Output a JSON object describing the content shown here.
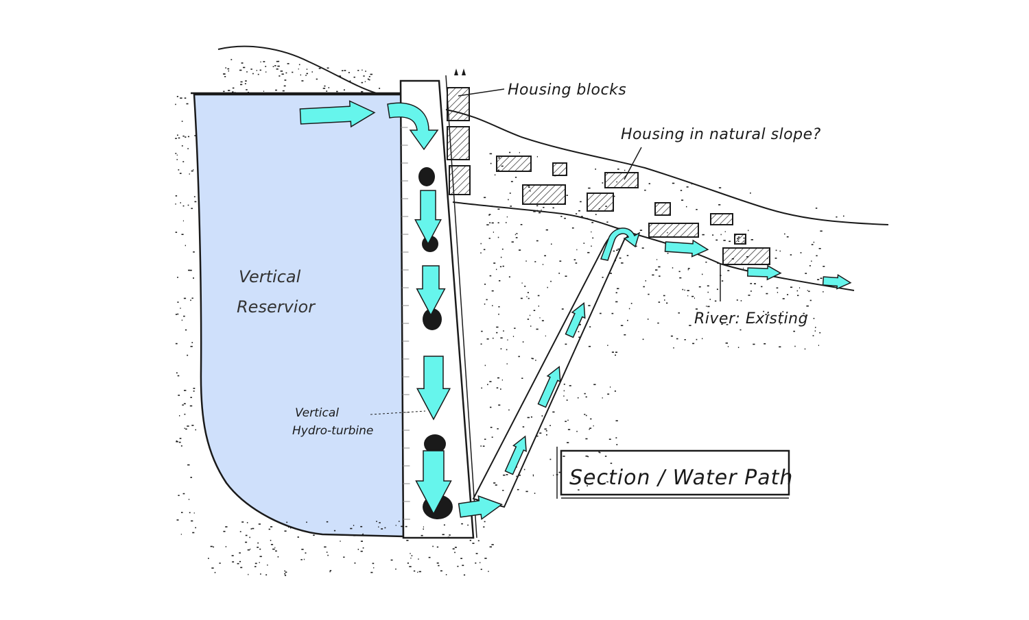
{
  "labels": {
    "housing_blocks": "Housing blocks",
    "housing_slope": "Housing in natural slope?",
    "reservoir_line1": "Vertical",
    "reservoir_line2": "Reservior",
    "turbine_line1": "Vertical",
    "turbine_line2": "Hydro-turbine",
    "river": "River: Existing",
    "title": "Section / Water Path"
  },
  "colors": {
    "reservoir": "#cfe0fb",
    "water_arrow": "#66f5ec",
    "ink": "#1a1a1a",
    "hatch": "#222222",
    "shaft": "#ffffff"
  }
}
